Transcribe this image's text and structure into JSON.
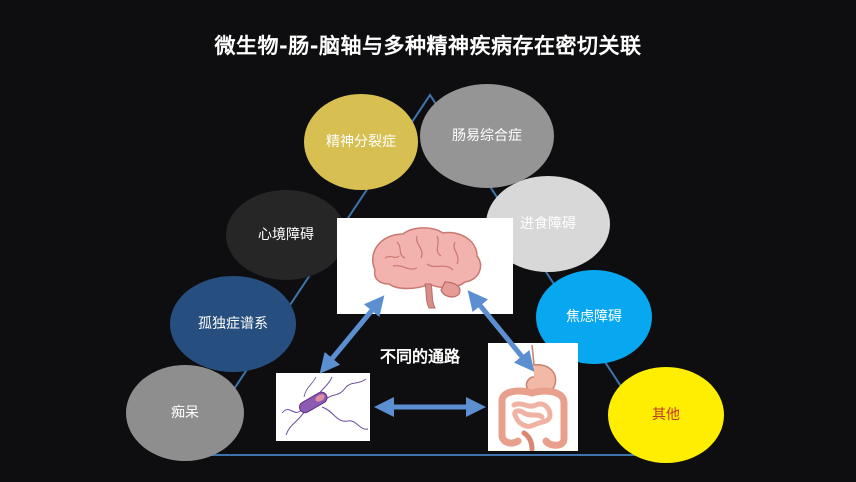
{
  "title": "微生物-肠-脑轴与多种精神疾病存在密切关联",
  "center_label": "不同的通路",
  "nodes": {
    "schizophrenia": "精神分裂症",
    "ibs": "肠易综合症",
    "mood": "心境障碍",
    "eating": "进食障碍",
    "autism": "孤独症谱系",
    "anxiety": "焦虑障碍",
    "dementia": "痴呆",
    "other": "其他"
  },
  "colors": {
    "background": "#0e0e10",
    "triangle": "#3f73ad",
    "arrow": "#5b8fd1",
    "schizophrenia": "#d7bf52",
    "ibs": "#959595",
    "mood": "#262626",
    "eating": "#d8d8d8",
    "autism": "#264e7e",
    "anxiety": "#08a8f0",
    "dementia": "#8e8e8e",
    "other": "#ffee00"
  },
  "icons": [
    "brain-illustration",
    "bacterium-illustration",
    "digestive-tract-illustration"
  ]
}
